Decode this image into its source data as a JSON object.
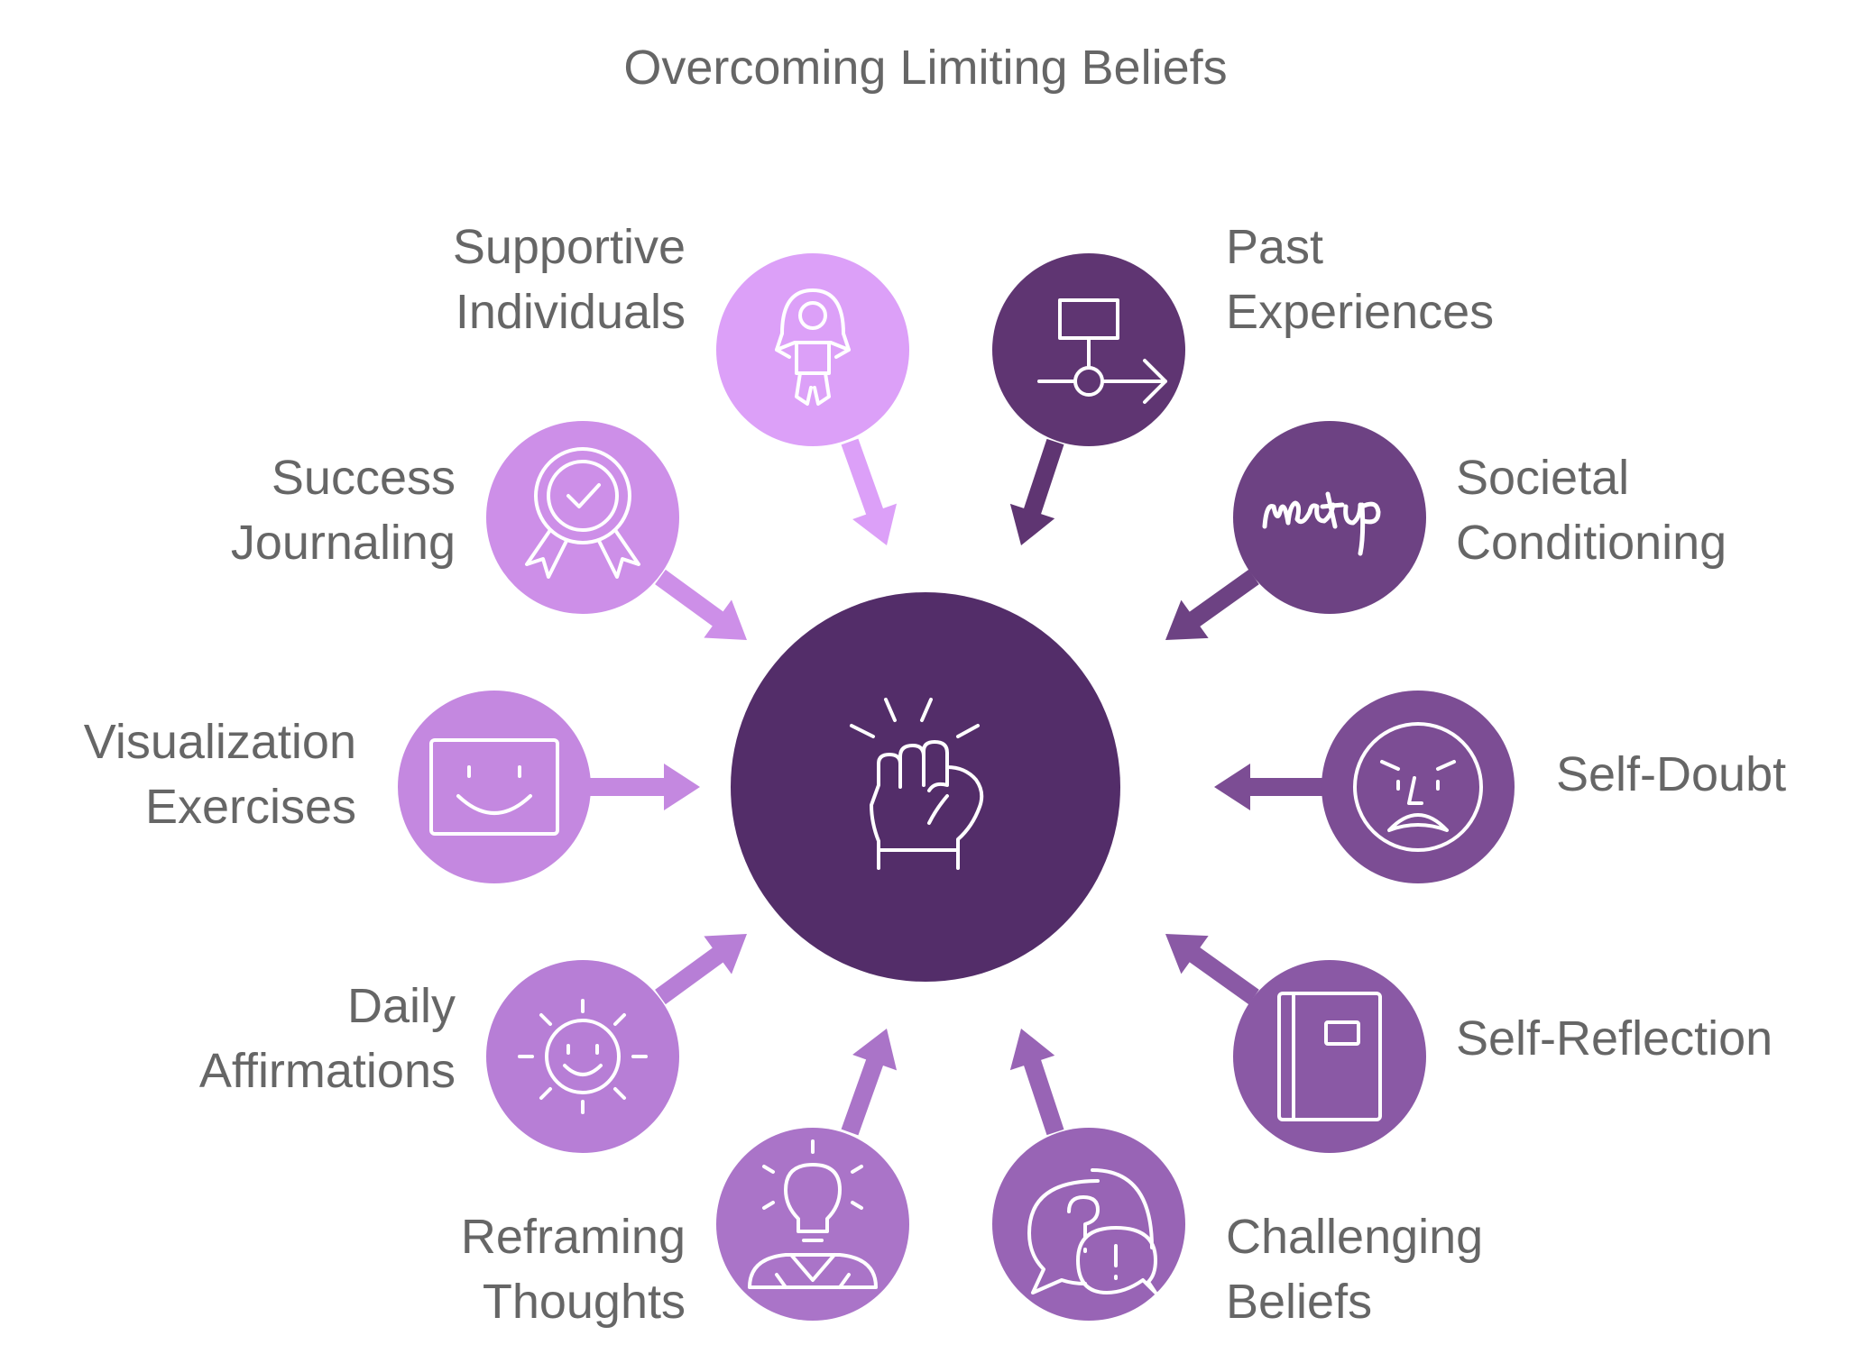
{
  "title": "Overcoming Limiting Beliefs",
  "center": {
    "icon": "raised-fist-icon",
    "color": "#532d69"
  },
  "nodes": [
    {
      "id": "supportive-individuals",
      "lines": [
        "Supportive",
        "Individuals"
      ],
      "icon": "child-jump-rope-icon",
      "color": "#dca0f8"
    },
    {
      "id": "past-experiences",
      "lines": [
        "Past",
        "Experiences"
      ],
      "icon": "flowchart-arrow-icon",
      "color": "#5f3572"
    },
    {
      "id": "success-journaling",
      "lines": [
        "Success",
        "Journaling"
      ],
      "icon": "award-badge-icon",
      "color": "#cd8fe8"
    },
    {
      "id": "societal-conditioning",
      "lines": [
        "Societal",
        "Conditioning"
      ],
      "icon": "meetup-logo-icon",
      "color": "#6d4283"
    },
    {
      "id": "visualization-exercises",
      "lines": [
        "Visualization",
        "Exercises"
      ],
      "icon": "smiley-screen-icon",
      "color": "#c488e0"
    },
    {
      "id": "self-doubt",
      "lines": [
        "Self-Doubt"
      ],
      "icon": "worried-face-icon",
      "color": "#7c4d94"
    },
    {
      "id": "daily-affirmations",
      "lines": [
        "Daily",
        "Affirmations"
      ],
      "icon": "smiling-sun-icon",
      "color": "#b77ed6"
    },
    {
      "id": "self-reflection",
      "lines": [
        "Self-Reflection"
      ],
      "icon": "notebook-icon",
      "color": "#8a59a5"
    },
    {
      "id": "reframing-thoughts",
      "lines": [
        "Reframing",
        "Thoughts"
      ],
      "icon": "lightbulb-person-icon",
      "color": "#aa74c8"
    },
    {
      "id": "challenging-beliefs",
      "lines": [
        "Challenging",
        "Beliefs"
      ],
      "icon": "question-exclamation-bubbles-icon",
      "color": "#9864b5"
    }
  ]
}
